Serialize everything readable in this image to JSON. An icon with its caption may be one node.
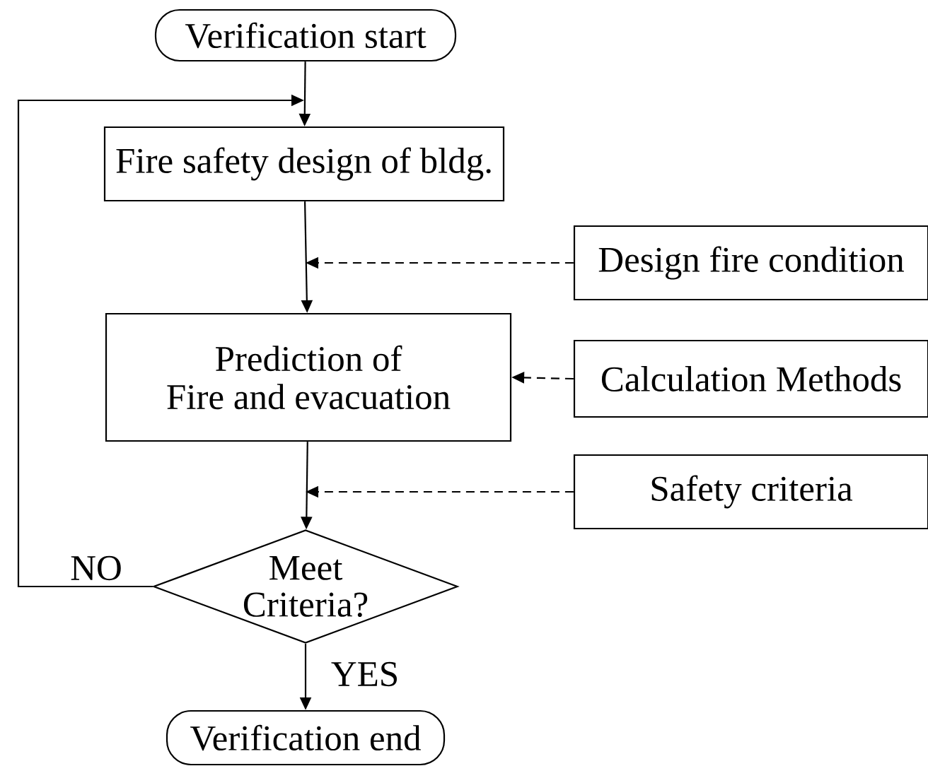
{
  "diagram": {
    "nodes": [
      {
        "text": [
          "Verification start"
        ]
      },
      {
        "text": [
          "Fire safety design of bldg."
        ]
      },
      {
        "text": [
          "Design fire condition"
        ]
      },
      {
        "text": [
          "Prediction of Fire and evacuation"
        ]
      },
      {
        "text": [
          "Calculation Methods"
        ]
      },
      {
        "text": [
          "Safety criteria"
        ]
      },
      {
        "text": [
          "Meet Criteria?"
        ]
      },
      {
        "text": [
          "Verification end"
        ]
      }
    ],
    "edges": [
      {
        "from": 0,
        "to": 1,
        "arrow": "to"
      },
      {
        "from": 1,
        "to": 3,
        "arrow": "to"
      },
      {
        "from": 2,
        "to": null,
        "arrow": "to",
        "style": "dashed"
      },
      {
        "from": 4,
        "to": 3,
        "arrow": "to",
        "style": "dashed"
      },
      {
        "from": 5,
        "to": null,
        "arrow": "to",
        "style": "dashed"
      },
      {
        "from": 3,
        "to": 6,
        "arrow": "to"
      },
      {
        "from": 6,
        "to": 1,
        "arrow": "to",
        "label": "NO"
      },
      {
        "from": 6,
        "to": 7,
        "arrow": "to",
        "label": "YES"
      }
    ]
  }
}
